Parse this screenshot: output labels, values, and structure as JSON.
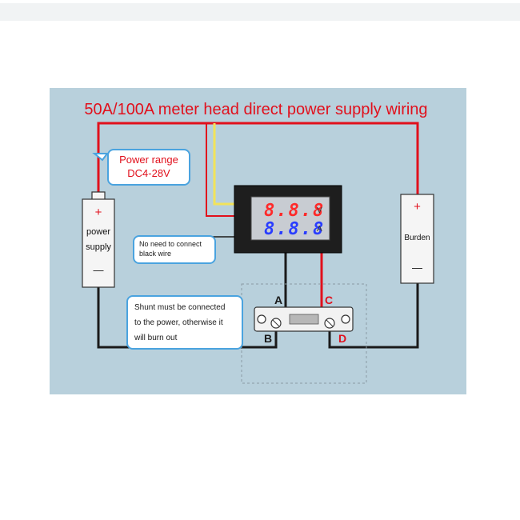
{
  "title": "50A/100A meter head direct power supply wiring",
  "callouts": {
    "power_range_line1": "Power range",
    "power_range_line2": "DC4-28V",
    "black_wire_line1": "No need to connect",
    "black_wire_line2": "black wire",
    "shunt_line1": "Shunt must be connected",
    "shunt_line2": "to the power, otherwise it",
    "shunt_line3": "will burn out"
  },
  "power_supply": {
    "plus": "+",
    "label_line1": "power",
    "label_line2": "supply",
    "minus": "—"
  },
  "burden": {
    "plus": "+",
    "label": "Burden",
    "minus": "—"
  },
  "meter": {
    "voltage_digits": "8.8.8",
    "current_digits": "8.8.8",
    "voltage_unit": "V",
    "current_unit": "A"
  },
  "terminals": {
    "a": "A",
    "b": "B",
    "c": "C",
    "d": "D"
  },
  "colors": {
    "panel_background": "#b8d0dc",
    "red_wire": "#e1101c",
    "black_wire": "#1a1a1a",
    "yellow_wire": "#f2e35a",
    "callout_border": "#4aa3df",
    "voltage_digits": "#ff2a2a",
    "current_digits": "#2a3dff"
  }
}
